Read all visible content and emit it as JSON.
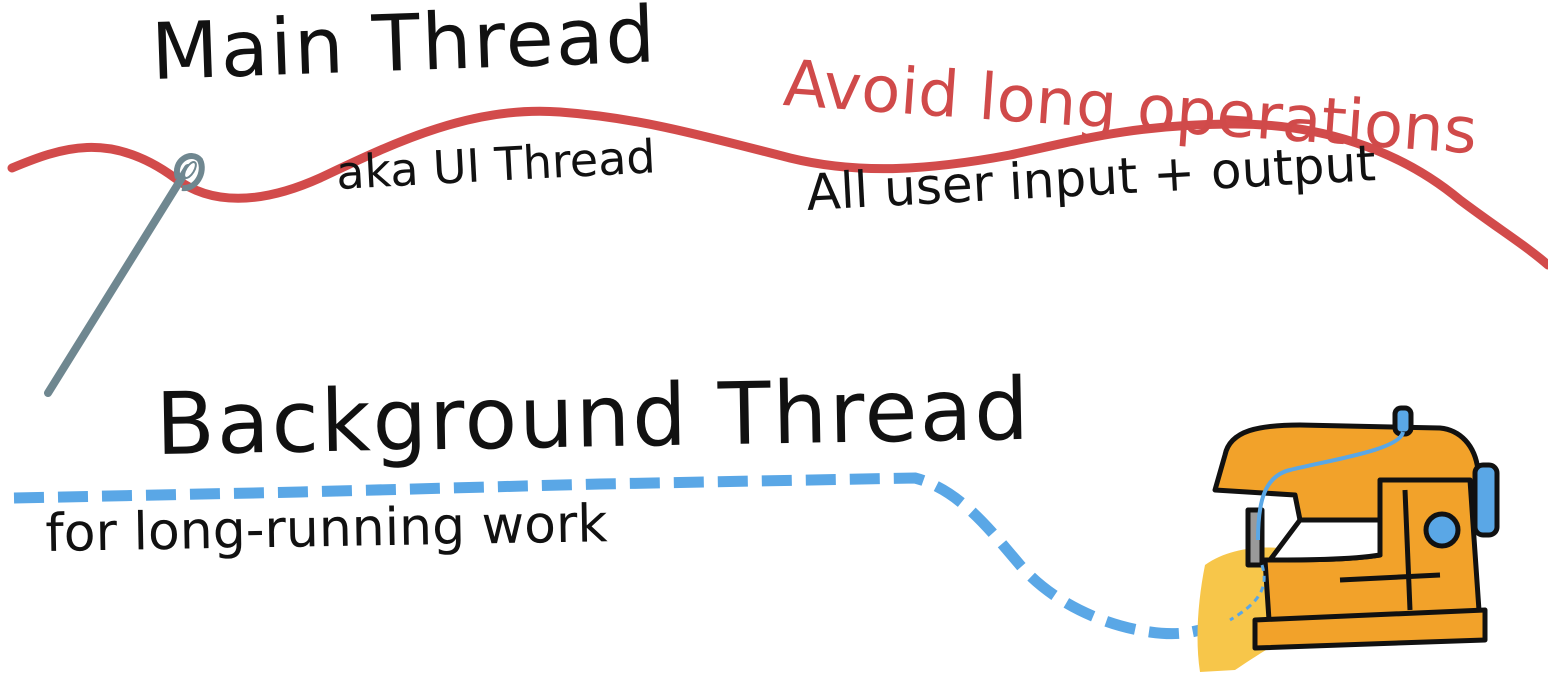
{
  "main_thread": {
    "title": "Main Thread",
    "alias": "aka UI Thread",
    "warning": "Avoid long operations",
    "responsibility": "All user input + output"
  },
  "background_thread": {
    "title": "Background Thread",
    "purpose": "for long-running work"
  },
  "colors": {
    "main_thread_line": "#d24b4b",
    "background_thread_line": "#5aa7e6",
    "needle": "#6f8790",
    "sewing_machine": "#f2a22a",
    "fabric": "#f7c64a",
    "ink": "#111111"
  },
  "icons": [
    "needle-icon",
    "sewing-machine-icon"
  ]
}
